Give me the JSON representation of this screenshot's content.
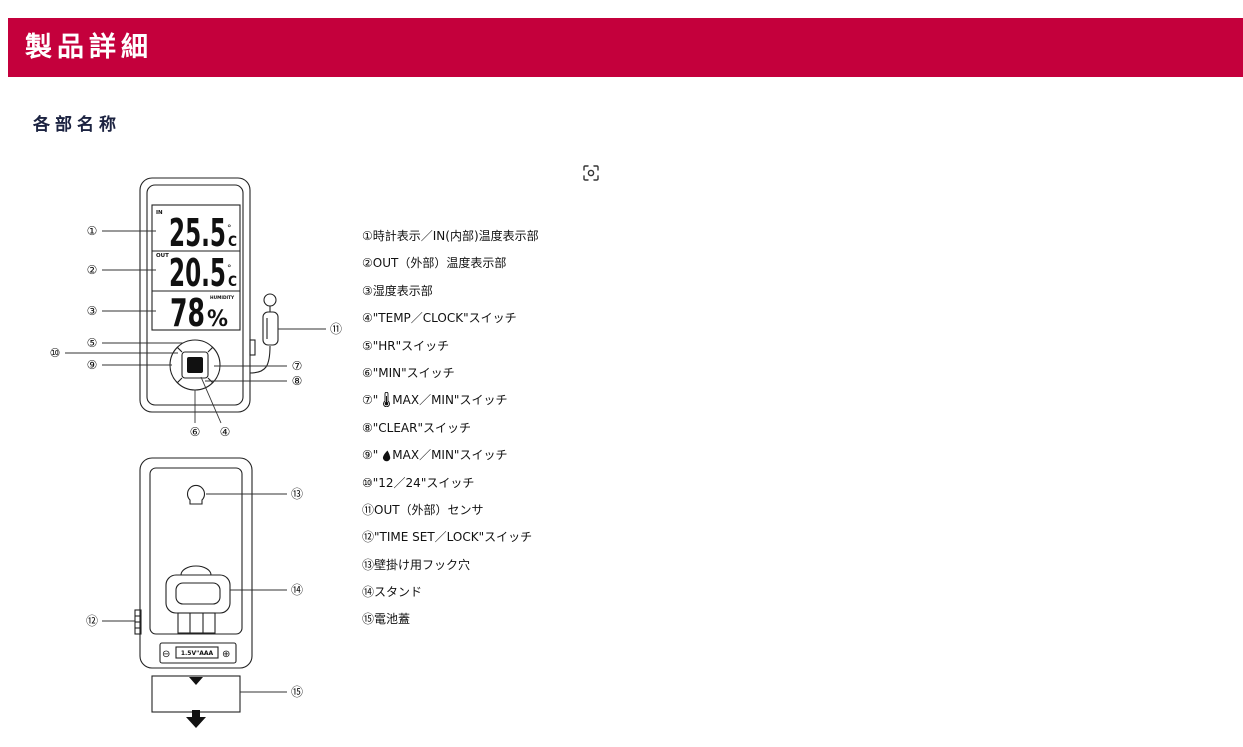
{
  "header": {
    "title": "製品詳細"
  },
  "section": {
    "title": "各部名称"
  },
  "colors": {
    "brand": "#C4003C",
    "heading": "#1C2341",
    "text": "#111111",
    "line": "#222222"
  },
  "icons": {
    "zoom": "zoom-icon",
    "thermometer": "thermometer-icon",
    "droplet": "droplet-icon",
    "arrow": "down-arrow-icon"
  },
  "diagram": {
    "display": {
      "in_label": "IN",
      "in_value": "25.5",
      "out_label": "OUT",
      "out_value": "20.5",
      "degree": "°",
      "celsius": "C",
      "humidity_label": "HUMIDITY",
      "humidity_value": "78",
      "humidity_unit": "%"
    },
    "battery": {
      "minus": "⊖",
      "label": "1.5V\"AAA",
      "plus": "⊕"
    },
    "callouts": [
      "①",
      "②",
      "③",
      "④",
      "⑤",
      "⑥",
      "⑦",
      "⑧",
      "⑨",
      "⑩",
      "⑪",
      "⑫",
      "⑬",
      "⑭",
      "⑮"
    ]
  },
  "parts": [
    {
      "text": "①時計表示／IN(内部)温度表示部"
    },
    {
      "text": "②OUT（外部）温度表示部"
    },
    {
      "text": "③湿度表示部"
    },
    {
      "text": "④\"TEMP／CLOCK\"スイッチ"
    },
    {
      "text": "⑤\"HR\"スイッチ"
    },
    {
      "text": "⑥\"MIN\"スイッチ"
    },
    {
      "prefix": "⑦\"",
      "icon": "thermometer-icon",
      "suffix": "MAX／MIN\"スイッチ"
    },
    {
      "text": "⑧\"CLEAR\"スイッチ"
    },
    {
      "prefix": "⑨\"",
      "icon": "droplet-icon",
      "suffix": "MAX／MIN\"スイッチ"
    },
    {
      "text": "⑩\"12／24\"スイッチ"
    },
    {
      "text": "⑪OUT（外部）センサ"
    },
    {
      "text": "⑫\"TIME SET／LOCK\"スイッチ"
    },
    {
      "text": "⑬壁掛け用フック穴"
    },
    {
      "text": "⑭スタンド"
    },
    {
      "text": "⑮電池蓋"
    }
  ]
}
